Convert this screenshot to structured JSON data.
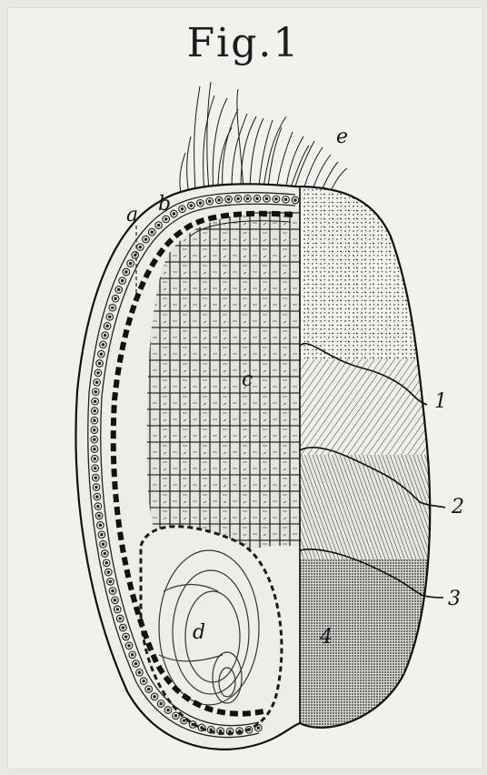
{
  "figure": {
    "title": "Fig.1",
    "labels": {
      "a": "a",
      "b": "b",
      "c": "c",
      "d": "d",
      "e": "e",
      "n1": "1",
      "n2": "2",
      "n3": "3",
      "n4": "4"
    }
  },
  "colors": {
    "ink": "#161616",
    "paper": "#f1f1ee"
  }
}
